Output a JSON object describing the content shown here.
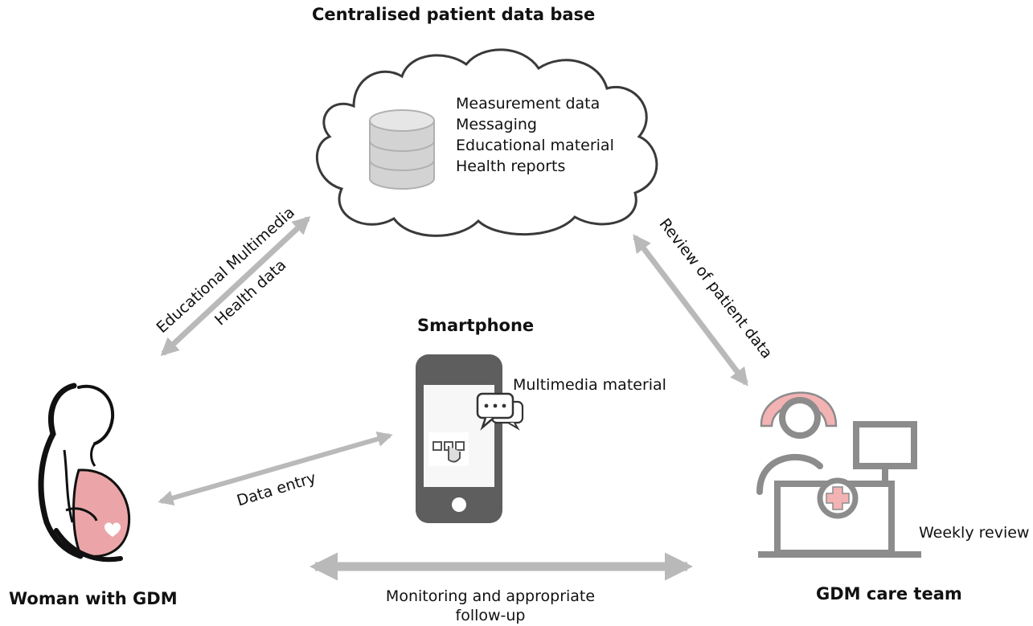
{
  "title": "Centralised patient data base",
  "database": {
    "items": [
      "Measurement data",
      "Messaging",
      "Educational material",
      "Health reports"
    ],
    "icon": "database-icon"
  },
  "smartphone": {
    "title": "Smartphone",
    "multimedia_label": "Multimedia material",
    "icons": [
      "smartphone-icon",
      "chat-bubbles-icon",
      "touch-icon"
    ]
  },
  "woman": {
    "label": "Woman with GDM",
    "icon": "pregnant-woman-icon"
  },
  "care_team": {
    "label": "GDM care team",
    "weekly": "Weekly review",
    "icon": "nurse-workstation-icon"
  },
  "arrows": {
    "left_line1": "Educational Multimedia",
    "left_line2": "Health data",
    "right": "Review of patient data",
    "data_entry": "Data entry",
    "bottom_line1": "Monitoring and appropriate",
    "bottom_line2": "follow-up"
  },
  "colors": {
    "arrow": "#b9b9b9",
    "icon_gray": "#8c8c8c",
    "pink": "#f3b3b3",
    "phone": "#5e5e5e"
  }
}
